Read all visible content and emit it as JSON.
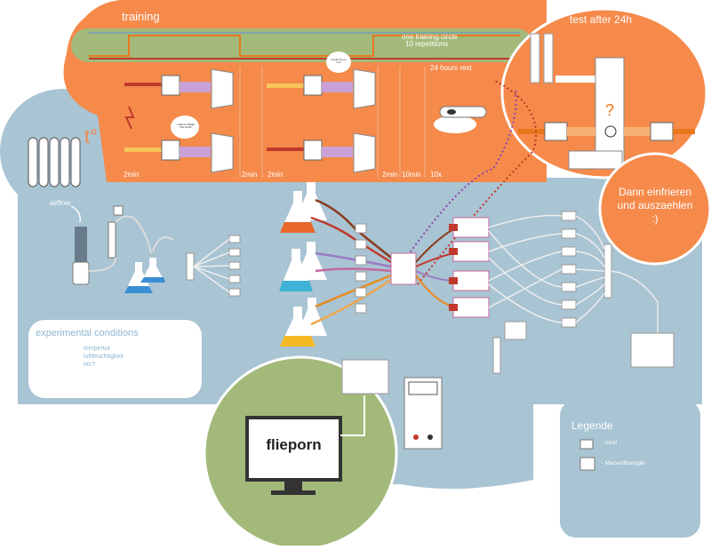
{
  "training": {
    "title": "training",
    "circle_label": "one training circle",
    "repetitions": "10 repetitions",
    "rest": "24 hours rest",
    "bubble1": "I start to dislike this smell!",
    "bubble2": "smells fine to me!",
    "times": [
      "2min",
      "2min",
      "2min",
      "2min",
      "10min",
      "10x"
    ]
  },
  "test": {
    "title": "test after 24h",
    "question": "?"
  },
  "freeze": {
    "line1": "Dann einfrieren",
    "line2": "und auszaehlen",
    "line3": ":)"
  },
  "heater": {
    "label": "t°"
  },
  "airflow": {
    "label": "airflow"
  },
  "conditions": {
    "title": "experimental conditions",
    "items": [
      "tempertur",
      "luftfeuchtigkeit",
      "etc?"
    ]
  },
  "monitor": {
    "label": "flieporn"
  },
  "legend": {
    "title": "Legende",
    "valve": "- Venti",
    "mfc": "- Massenflusregler"
  },
  "colors": {
    "orange": "#f58a4b",
    "blue_gray": "#a9c4d3",
    "green": "#a3b97a",
    "red_tube": "#c0392b",
    "brown_tube": "#8b3a1e",
    "orange_tube": "#e88a1f",
    "purple_tube": "#9b7bc2",
    "mauve_tube": "#c46a9e"
  }
}
